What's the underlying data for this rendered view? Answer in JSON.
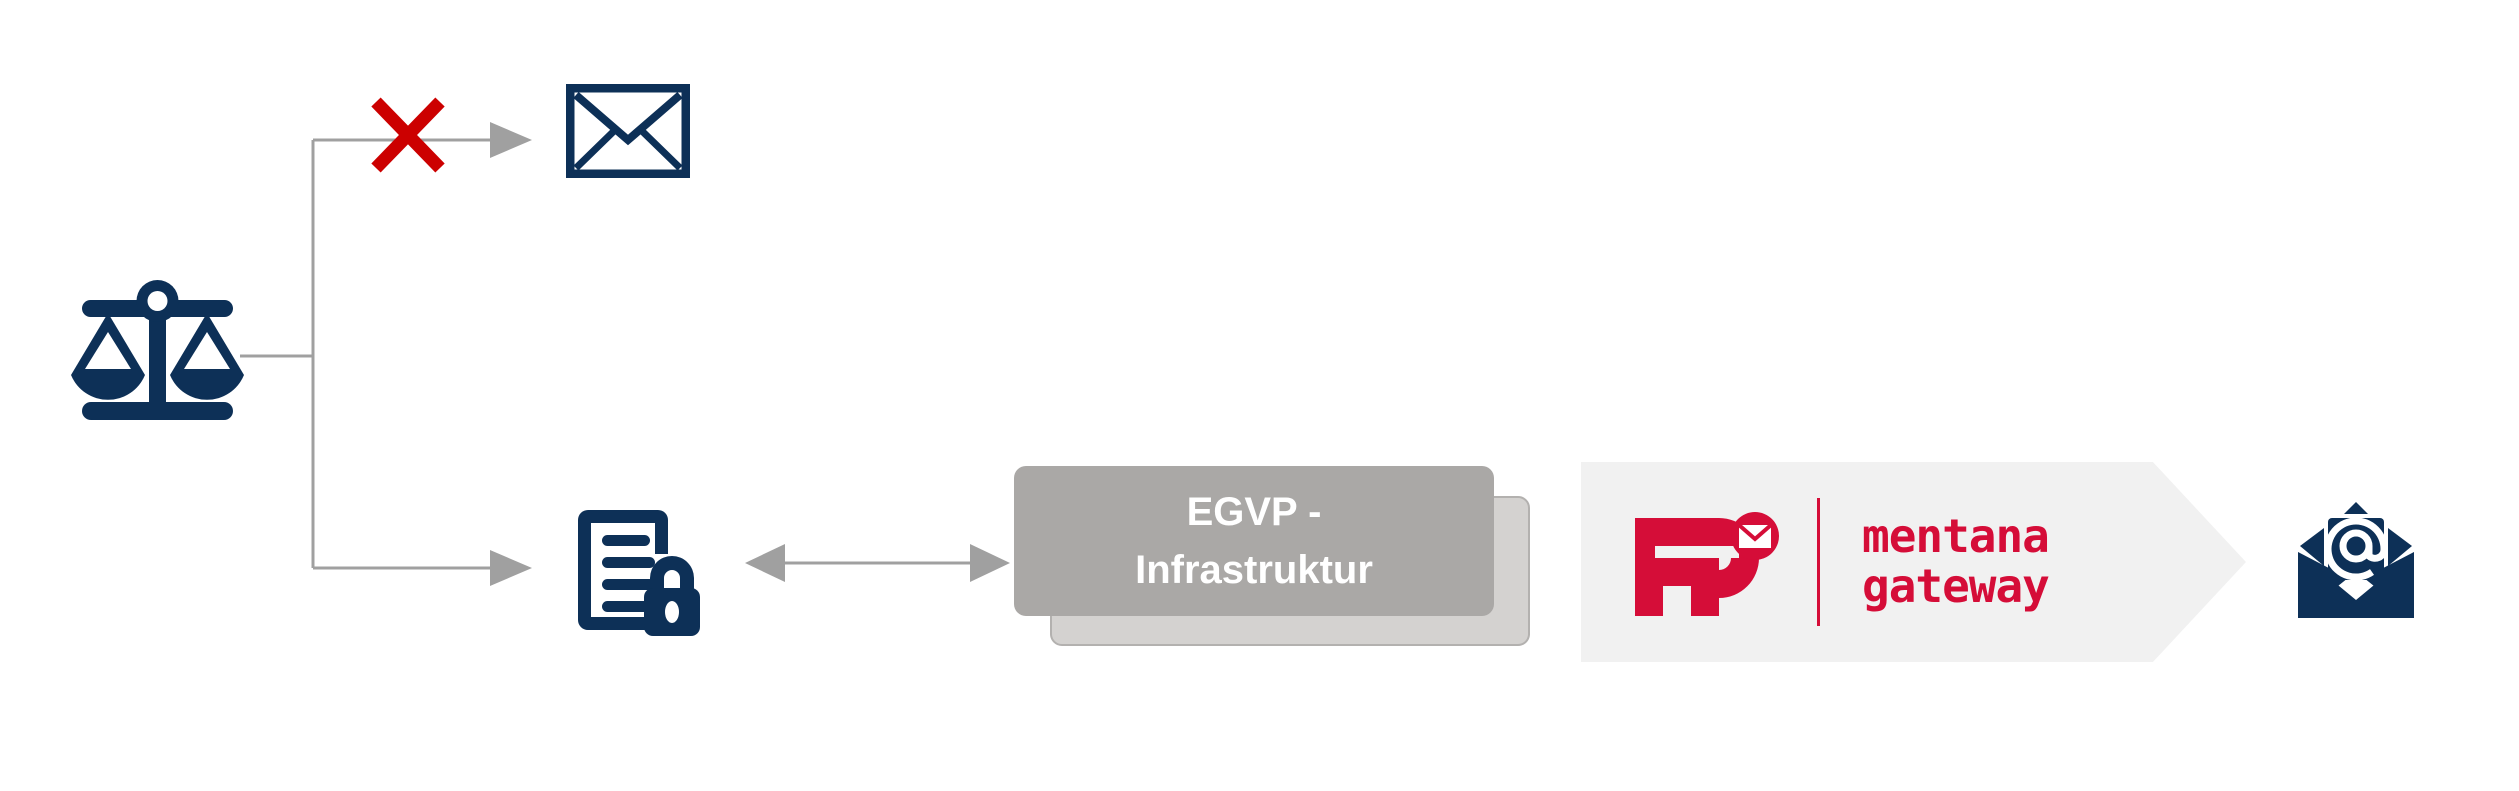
{
  "diagram": {
    "title": "EGVP / Mentana Gateway Zustellweg",
    "colors": {
      "navy": "#0d3057",
      "crimson": "#d50d38",
      "blocked_red": "#cc0000",
      "connector_gray": "#a0a0a0",
      "box_gray": "#aaa8a6",
      "box_shadow_gray": "#d4d2d0",
      "chevron_gray": "#f1f1f1",
      "white": "#ffffff"
    },
    "nodes": {
      "court": {
        "icon": "scales-of-justice-icon",
        "label": ""
      },
      "blocked_path": {
        "marker": "red-x-mark",
        "target_icon": "envelope-icon",
        "label": ""
      },
      "secure_path": {
        "icon": "document-lock-icon",
        "label": ""
      },
      "egvp": {
        "line1": "EGVP -",
        "line2": "Infrastruktur"
      },
      "mentana": {
        "brand_mark": "fp-logo",
        "wordmark_line1": "mentana",
        "wordmark_line2": "gateway"
      },
      "recipient": {
        "icon": "at-email-envelope-icon",
        "label": ""
      }
    },
    "connectors": {
      "branch_top": "arrow-to-envelope",
      "branch_bottom": "arrow-to-secure-document",
      "exchange": "bidirectional-arrow"
    }
  }
}
